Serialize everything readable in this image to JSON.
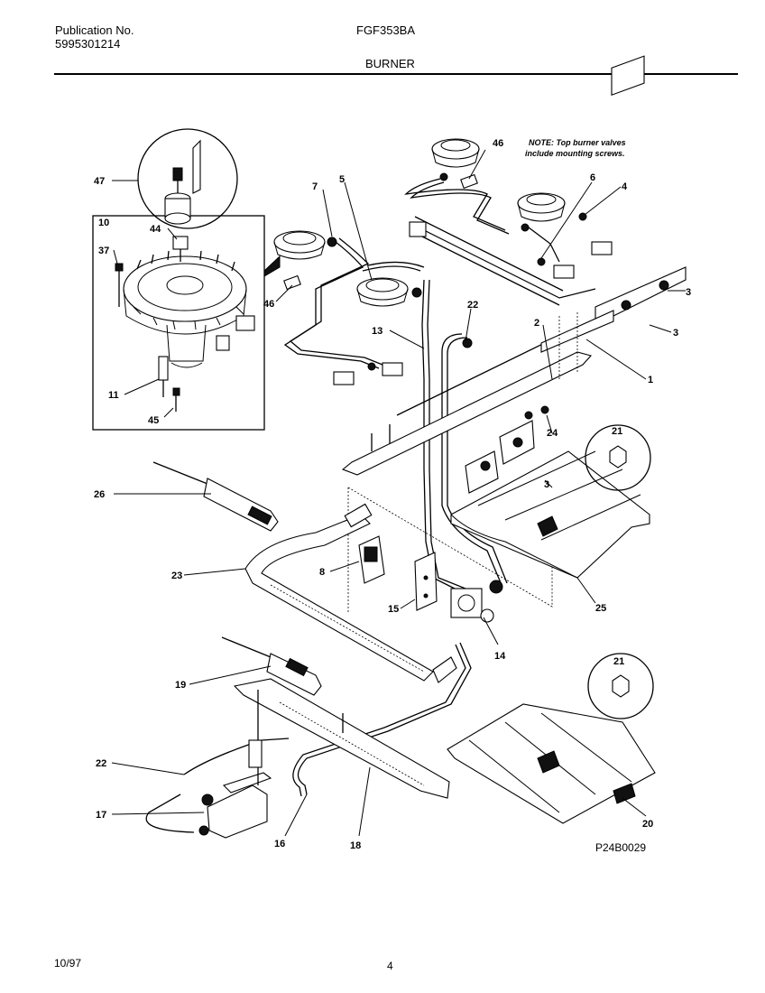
{
  "header": {
    "publication_label": "Publication No.",
    "publication_number": "5995301214",
    "model": "FGF353BA",
    "section": "BURNER"
  },
  "note": {
    "line1": "NOTE: Top burner valves",
    "line2": "include mounting screws."
  },
  "diagram_code": "P24B0029",
  "footer": {
    "date": "10/97",
    "page": "4"
  },
  "callouts": {
    "c47": "47",
    "c10": "10",
    "c44": "44",
    "c37": "37",
    "c11": "11",
    "c45": "45",
    "c7": "7",
    "c5": "5",
    "c46a": "46",
    "c46b": "46",
    "c6": "6",
    "c4": "4",
    "c3a": "3",
    "c3b": "3",
    "c13": "13",
    "c22a": "22",
    "c2": "2",
    "c1": "1",
    "c24": "24",
    "c21a": "21",
    "c26": "26",
    "c3c": "3",
    "c23": "23",
    "c8": "8",
    "c15": "15",
    "c14": "14",
    "c25": "25",
    "c19": "19",
    "c21b": "21",
    "c22b": "22",
    "c17": "17",
    "c16": "16",
    "c18": "18",
    "c20": "20"
  }
}
